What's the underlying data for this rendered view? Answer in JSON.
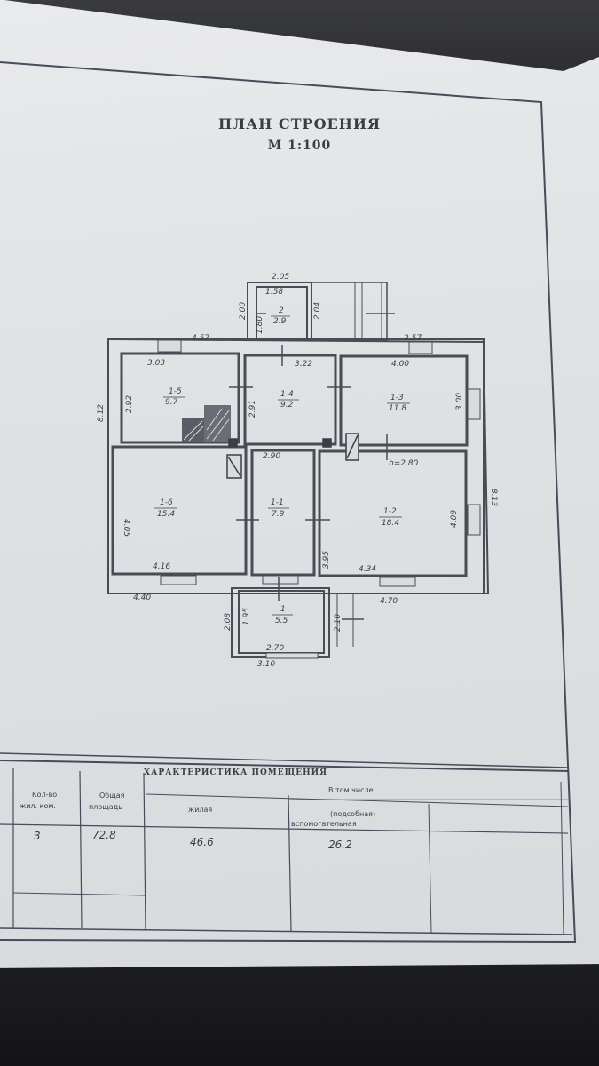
{
  "title": "ПЛАН СТРОЕНИЯ",
  "scale": "М 1:100",
  "dimensions": {
    "d205": "2.05",
    "d158": "1.58",
    "d200": "2.00",
    "d180": "1.80",
    "d204": "2.04",
    "d457": "4.57",
    "d257": "2.57",
    "d303": "3.03",
    "d322": "3.22",
    "d400": "4.00",
    "d812": "8.12",
    "d292": "2.92",
    "d291": "2.91",
    "d300": "3.00",
    "d290": "2.90",
    "h280": "h=2.80",
    "d813": "8.13",
    "d405": "4.05",
    "d395": "3.95",
    "d409": "4.09",
    "d416": "4.16",
    "d434": "4.34",
    "d440": "4.40",
    "d470": "4.70",
    "d208": "2.08",
    "d195": "1.95",
    "d210": "2.10",
    "d270": "2.70",
    "d310": "3.10"
  },
  "rooms": [
    {
      "id": "1-5",
      "area": "9.7"
    },
    {
      "id": "1-4",
      "area": "9.2"
    },
    {
      "id": "1-3",
      "area": "11.8"
    },
    {
      "id": "1-6",
      "area": "15.4"
    },
    {
      "id": "1-1",
      "area": "7.9"
    },
    {
      "id": "1-2",
      "area": "18.4"
    },
    {
      "id": "2",
      "area": "2.9"
    },
    {
      "id": "1",
      "area": "5.5"
    }
  ],
  "table": {
    "title": "ХАРАКТЕРИСТИКА  ПОМЕЩЕНИЯ",
    "col_rooms_1": "Кол-во",
    "col_rooms_2": "жил. ком.",
    "col_area_1": "Общая",
    "col_area_2": "площадь",
    "in_total": "В  том  числе",
    "col_living": "жилая",
    "col_aux_1": "(подсобная)",
    "col_aux_2": "вспомогательная",
    "val_rooms": "3",
    "val_area": "72.8",
    "val_living": "46.6",
    "val_aux": "26.2"
  }
}
